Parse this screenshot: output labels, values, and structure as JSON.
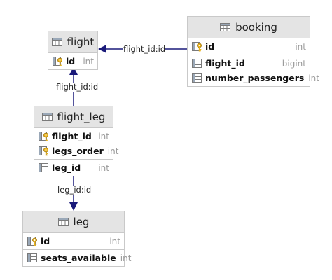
{
  "colors": {
    "connector": "#1a1a7a",
    "header_bg": "#e4e4e4",
    "border": "#c9c9c9",
    "type_text": "#9a9a9a"
  },
  "tables": {
    "flight": {
      "name": "flight",
      "columns": [
        {
          "name": "id",
          "type": "int",
          "icon": "primary-key-icon"
        }
      ]
    },
    "booking": {
      "name": "booking",
      "columns": [
        {
          "name": "id",
          "type": "int",
          "icon": "primary-key-icon"
        },
        {
          "name": "flight_id",
          "type": "bigint",
          "icon": "column-icon"
        },
        {
          "name": "number_passengers",
          "type": "int",
          "icon": "column-icon"
        }
      ]
    },
    "flight_leg": {
      "name": "flight_leg",
      "columns": [
        {
          "name": "flight_id",
          "type": "int",
          "icon": "primary-key-icon"
        },
        {
          "name": "legs_order",
          "type": "int",
          "icon": "primary-key-icon"
        },
        {
          "name": "leg_id",
          "type": "int",
          "icon": "column-icon"
        }
      ]
    },
    "leg": {
      "name": "leg",
      "columns": [
        {
          "name": "id",
          "type": "int",
          "icon": "primary-key-icon"
        },
        {
          "name": "seats_available",
          "type": "int",
          "icon": "column-icon"
        }
      ]
    }
  },
  "relations": [
    {
      "label": "flight_id:id",
      "from": "booking",
      "to": "flight"
    },
    {
      "label": "flight_id:id",
      "from": "flight_leg",
      "to": "flight"
    },
    {
      "label": "leg_id:id",
      "from": "flight_leg",
      "to": "leg"
    }
  ]
}
